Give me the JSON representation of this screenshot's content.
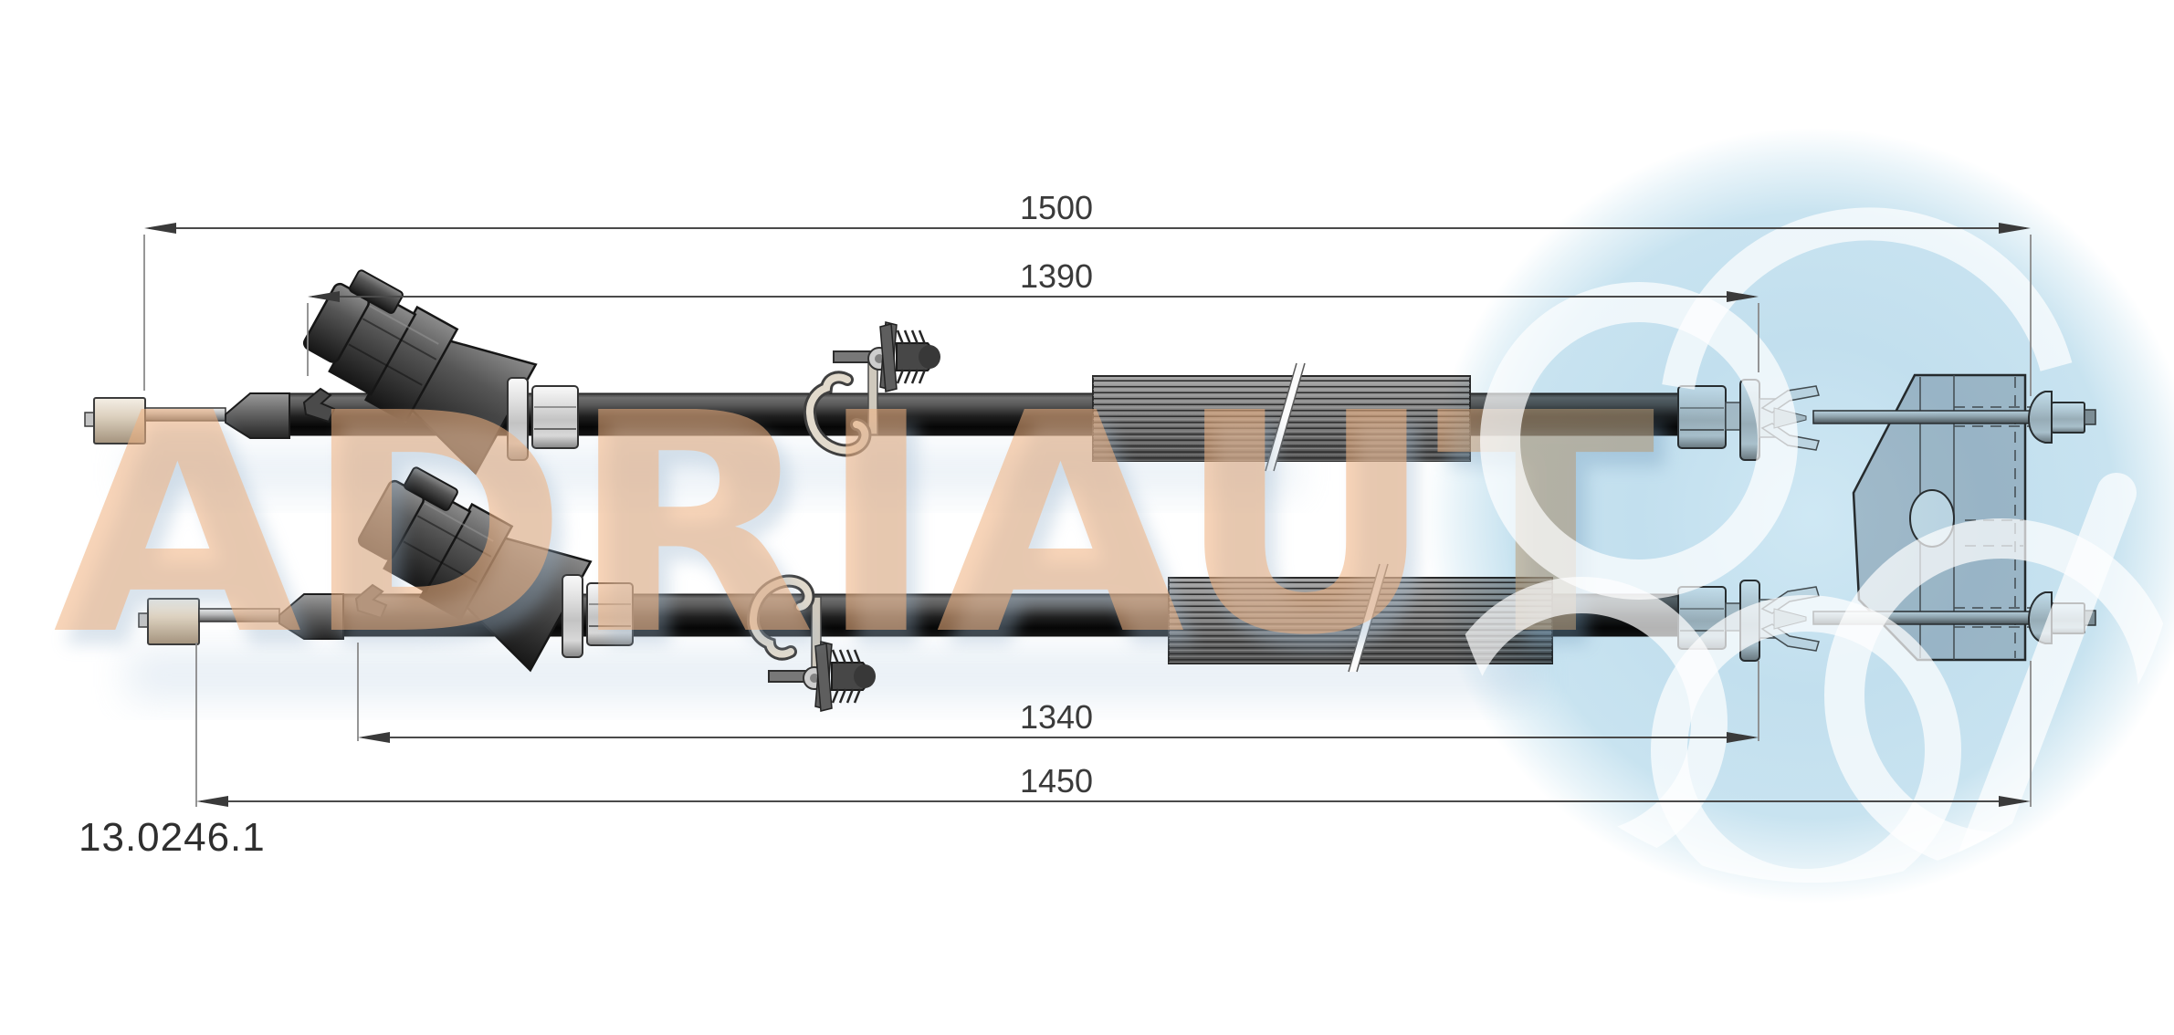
{
  "drawing": {
    "part_number": "13.0246.1",
    "dimensions": {
      "upper_total": "1500",
      "upper_inner": "1390",
      "lower_inner": "1340",
      "lower_total": "1450"
    },
    "watermark": {
      "brand_text": "ADRIAUT",
      "text_color": "#f2b27f",
      "logo_circle_color": "#c2dfee",
      "logo_mark_color": "#ffffff"
    },
    "line_color": "#3a3a3a",
    "cable_color": "#1f1f1f",
    "components": [
      "upper parking brake cable",
      "lower parking brake cable",
      "cable end barrel",
      "cone ferrule",
      "angled abutment connector",
      "flange with hex nut",
      "protective corrugated sleeve",
      "hook clip",
      "fir-tree push pin",
      "snap-in retainer",
      "mounting bracket",
      "rod end fitting"
    ]
  }
}
